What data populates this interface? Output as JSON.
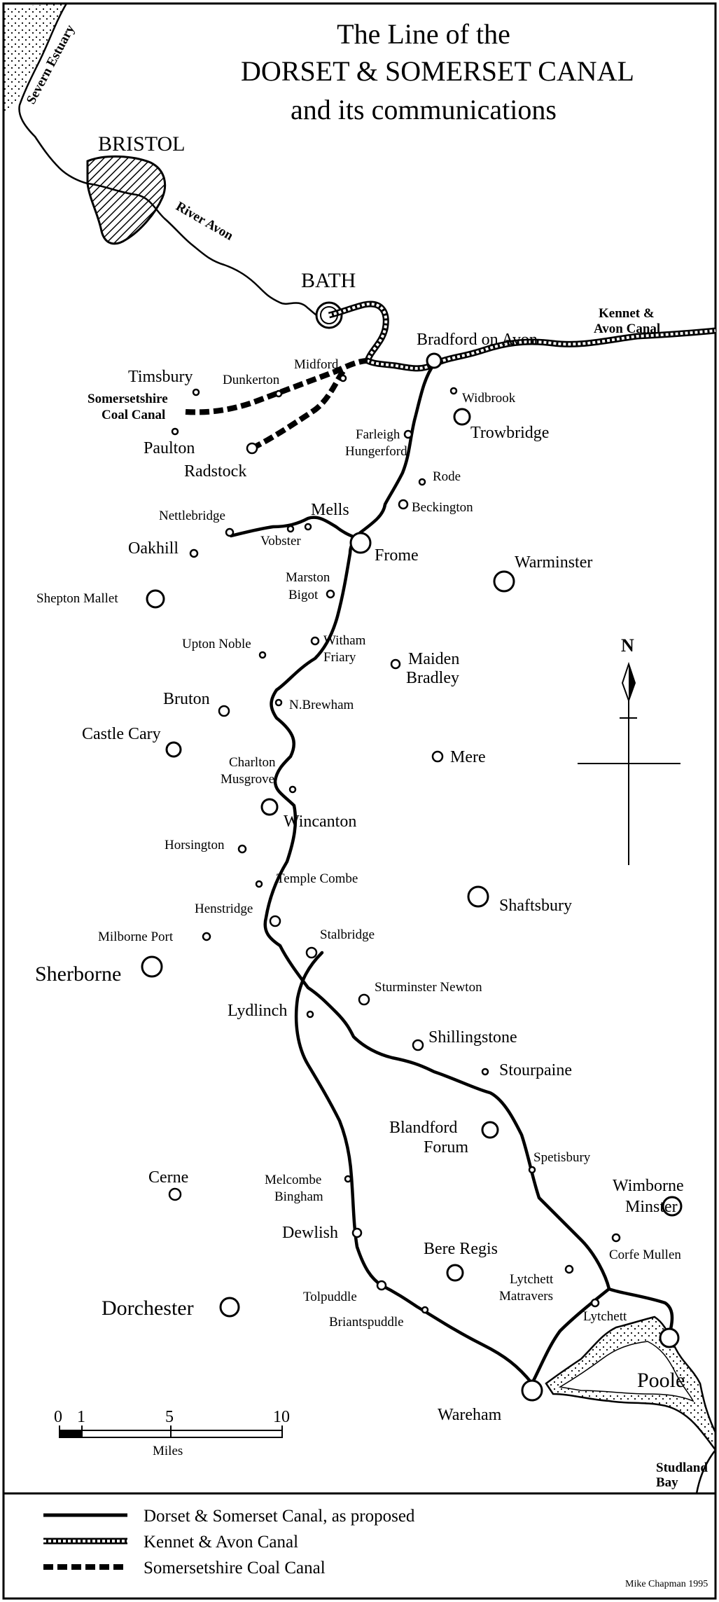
{
  "title": {
    "line1": "The Line of the",
    "line2": "DORSET  &  SOMERSET  CANAL",
    "line3": "and  its  communications"
  },
  "water": {
    "severn_estuary": "Severn Estuary",
    "river_avon": "River Avon",
    "kennet_avon_line1": "Kennet &",
    "kennet_avon_line2": "Avon Canal",
    "coal_canal_line1": "Somersetshire",
    "coal_canal_line2": "Coal Canal",
    "studland_line1": "Studland",
    "studland_line2": "Bay"
  },
  "places": {
    "bristol": "BRISTOL",
    "bath": "BATH",
    "bradford_on_avon": "Bradford on Avon",
    "timsbury": "Timsbury",
    "dunkerton": "Dunkerton",
    "midford": "Midford",
    "widbrook": "Widbrook",
    "paulton": "Paulton",
    "trowbridge": "Trowbridge",
    "farleigh1": "Farleigh",
    "farleigh2": "Hungerford",
    "radstock": "Radstock",
    "rode": "Rode",
    "beckington": "Beckington",
    "nettlebridge": "Nettlebridge",
    "mells": "Mells",
    "vobster": "Vobster",
    "oakhill": "Oakhill",
    "frome": "Frome",
    "warminster": "Warminster",
    "marston1": "Marston",
    "marston2": "Bigot",
    "shepton_mallet": "Shepton Mallet",
    "upton_noble": "Upton Noble",
    "witham1": "Witham",
    "witham2": "Friary",
    "maiden1": "Maiden",
    "maiden2": "Bradley",
    "bruton": "Bruton",
    "n_brewham": "N.Brewham",
    "castle_cary": "Castle Cary",
    "mere": "Mere",
    "charlton1": "Charlton",
    "charlton2": "Musgrove",
    "wincanton": "Wincanton",
    "horsington": "Horsington",
    "temple_combe": "Temple Combe",
    "shaftsbury": "Shaftsbury",
    "henstridge": "Henstridge",
    "milborne_port": "Milborne Port",
    "stalbridge": "Stalbridge",
    "sherborne": "Sherborne",
    "sturminster": "Sturminster Newton",
    "lydlinch": "Lydlinch",
    "shillingstone": "Shillingstone",
    "stourpaine": "Stourpaine",
    "blandford1": "Blandford",
    "blandford2": "Forum",
    "spetisbury": "Spetisbury",
    "cerne": "Cerne",
    "melcombe1": "Melcombe",
    "melcombe2": "Bingham",
    "wimborne1": "Wimborne",
    "wimborne2": "Minster",
    "dewlish": "Dewlish",
    "bere_regis": "Bere Regis",
    "corfe_mullen": "Corfe Mullen",
    "lytchett_mat1": "Lytchett",
    "lytchett_mat2": "Matravers",
    "tolpuddle": "Tolpuddle",
    "dorchester": "Dorchester",
    "lytchett": "Lytchett",
    "briantspuddle": "Briantspuddle",
    "poole": "Poole",
    "wareham": "Wareham"
  },
  "compass": {
    "north": "N"
  },
  "scale": {
    "ticks": [
      "0",
      "1",
      "5",
      "10"
    ],
    "unit": "Miles"
  },
  "legend": {
    "items": [
      {
        "label": "Dorset & Somerset Canal, as proposed",
        "style": "solid"
      },
      {
        "label": "Kennet & Avon Canal",
        "style": "double-hatched"
      },
      {
        "label": "Somersetshire Coal Canal",
        "style": "dashed"
      }
    ]
  },
  "credit": "Mike Chapman 1995",
  "colors": {
    "ink": "#000000",
    "paper": "#ffffff"
  }
}
